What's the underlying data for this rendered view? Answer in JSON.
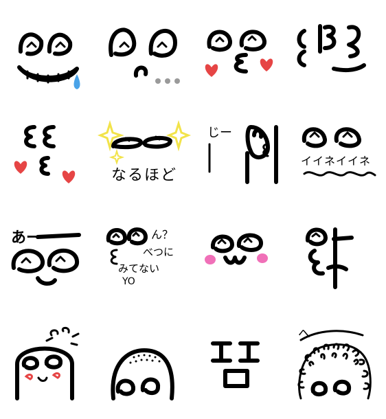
{
  "sheet": {
    "background": "#ffffff",
    "ink_color": "#000000",
    "accent_colors": {
      "heart": "#e64545",
      "blush": "#f070b8",
      "sparkle": "#f2e34a",
      "drop": "#4aa3e8",
      "dots": "#9a9a9a"
    }
  },
  "stickers": [
    {
      "id": 1,
      "label": ""
    },
    {
      "id": 2,
      "label": ""
    },
    {
      "id": 3,
      "label": ""
    },
    {
      "id": 4,
      "label": ""
    },
    {
      "id": 5,
      "label": ""
    },
    {
      "id": 6,
      "label": "なるほど"
    },
    {
      "id": 7,
      "label": "じー"
    },
    {
      "id": 8,
      "label": "イイネイイネ"
    },
    {
      "id": 9,
      "label": "あー"
    },
    {
      "id": 10,
      "label": "ん？",
      "label_2": "べつに",
      "label_3": "みてない",
      "label_4": "YO"
    },
    {
      "id": 11,
      "label": ""
    },
    {
      "id": 12,
      "label": ""
    },
    {
      "id": 13,
      "label": ""
    },
    {
      "id": 14,
      "label": ""
    },
    {
      "id": 15,
      "label": ""
    },
    {
      "id": 16,
      "label": "へ"
    }
  ]
}
